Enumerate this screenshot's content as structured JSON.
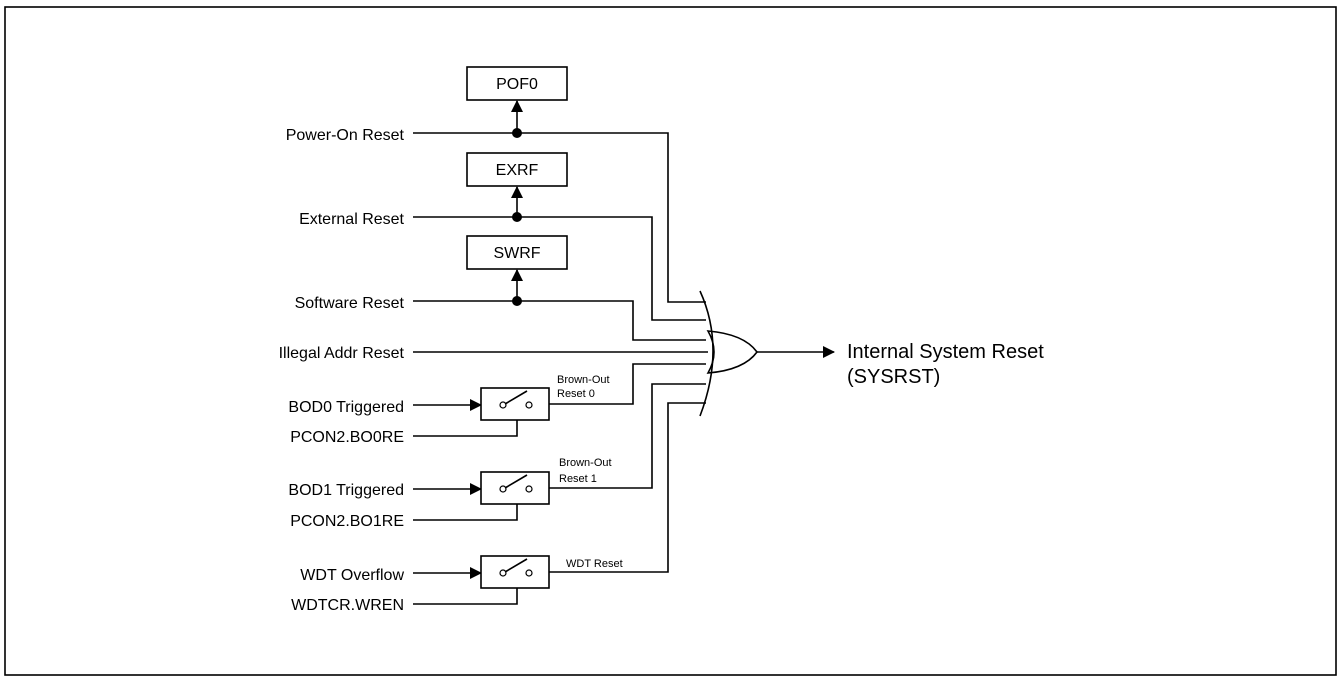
{
  "inputs": {
    "power_on_reset": "Power-On Reset",
    "external_reset": "External Reset",
    "software_reset": "Software Reset",
    "illegal_addr_reset": "Illegal Addr Reset",
    "bod0_triggered": "BOD0 Triggered",
    "pcon2_bo0re": "PCON2.BO0RE",
    "bod1_triggered": "BOD1 Triggered",
    "pcon2_bo1re": "PCON2.BO1RE",
    "wdt_overflow": "WDT Overflow",
    "wdtcr_wren": "WDTCR.WREN"
  },
  "flags": {
    "pof0": "POF0",
    "exrf": "EXRF",
    "swrf": "SWRF"
  },
  "switch_outputs": {
    "bod0_line1": "Brown-Out",
    "bod0_line2": "Reset 0",
    "bod1_line1": "Brown-Out",
    "bod1_line2": "Reset 1",
    "wdt": "WDT Reset"
  },
  "output": {
    "line1": "Internal System Reset",
    "line2": "(SYSRST)"
  }
}
